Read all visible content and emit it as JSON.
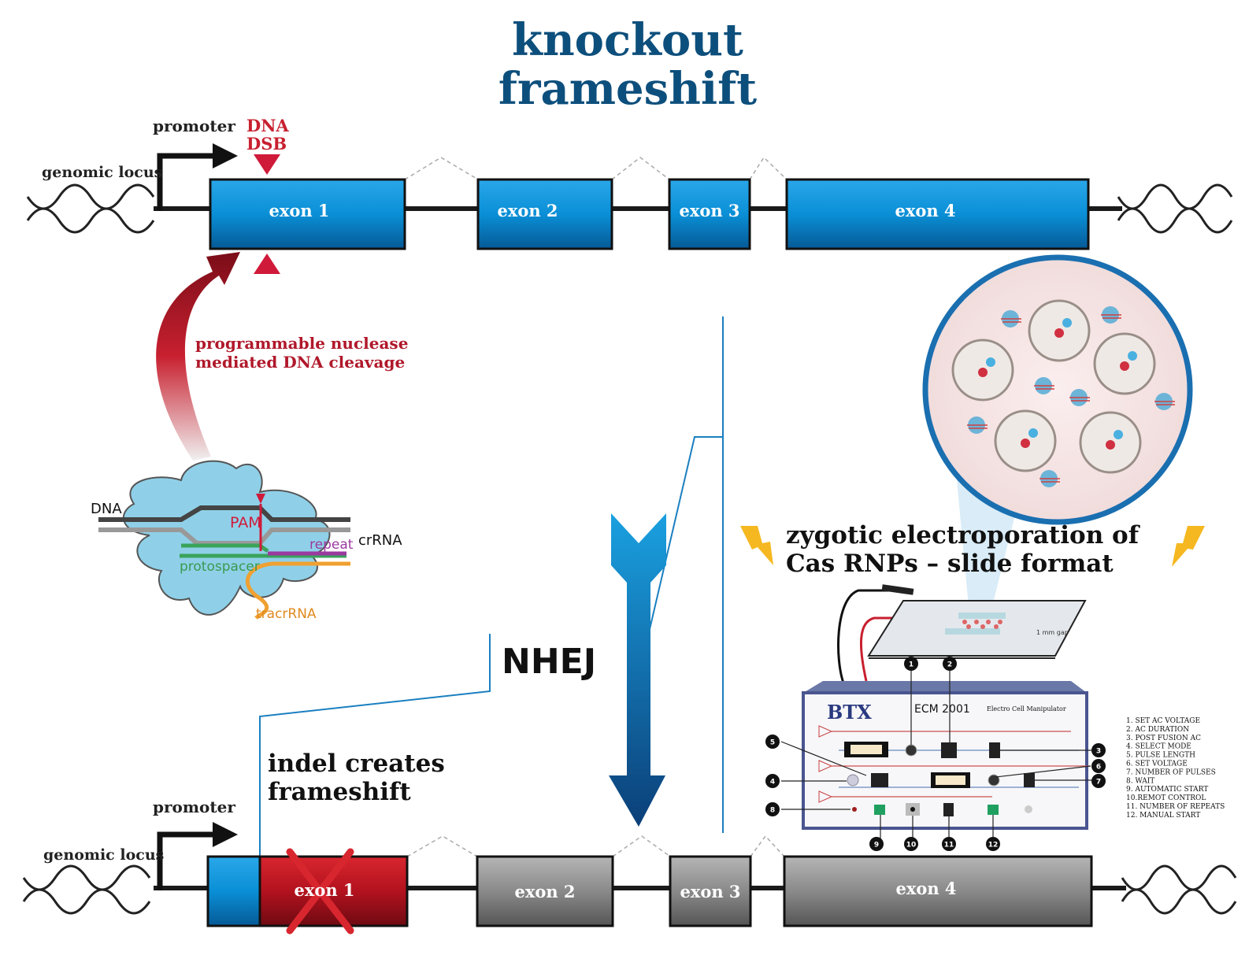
{
  "title": {
    "line1": "knockout",
    "line2": "frameshift"
  },
  "top_locus": {
    "genomic_locus": "genomic locus",
    "promoter": "promoter",
    "dsb_line1": "DNA",
    "dsb_line2": "DSB",
    "exons": [
      "exon 1",
      "exon 2",
      "exon 3",
      "exon 4"
    ]
  },
  "cleavage": {
    "line1": "programmable nuclease",
    "line2": "mediated DNA cleavage"
  },
  "cas9": {
    "dna": "DNA",
    "pam": "PAM",
    "repeat": "repeat",
    "crrna": "crRNA",
    "protospacer": "protospacer",
    "tracrrna": "tracrRNA"
  },
  "nhej": "NHEJ",
  "indel": {
    "line1": "indel creates",
    "line2": "frameshift"
  },
  "bottom_locus": {
    "genomic_locus": "genomic locus",
    "promoter": "promoter",
    "exons": [
      "exon 1",
      "exon 2",
      "exon 3",
      "exon 4"
    ]
  },
  "electroporation": {
    "line1": "zygotic electroporation of",
    "line2": "Cas RNPs – slide format",
    "gap": "1 mm gap"
  },
  "device": {
    "brand": "BTX",
    "model": "ECM 2001",
    "subtitle": "Electro Cell Manipulator",
    "callouts": [
      "1",
      "2",
      "3",
      "4",
      "5",
      "6",
      "7",
      "8",
      "9",
      "10",
      "11",
      "12"
    ],
    "legend": [
      "1. SET AC VOLTAGE",
      "2. AC DURATION",
      "3. POST FUSION AC",
      "4. SELECT MODE",
      "5. PULSE LENGTH",
      "6. SET VOLTAGE",
      "7. NUMBER OF PULSES",
      "8. WAIT",
      "9. AUTOMATIC START",
      "10.REMOT CONTROL",
      "11. NUMBER OF REPEATS",
      "12. MANUAL START"
    ]
  },
  "colors": {
    "title": "#0d4f7c",
    "exon_blue": "#0a8fd6",
    "cleavage_red": "#b0182a",
    "exon_grey": "#8a8a8a",
    "exon_red": "#b3121e",
    "line_blue": "#1a7fc0"
  }
}
